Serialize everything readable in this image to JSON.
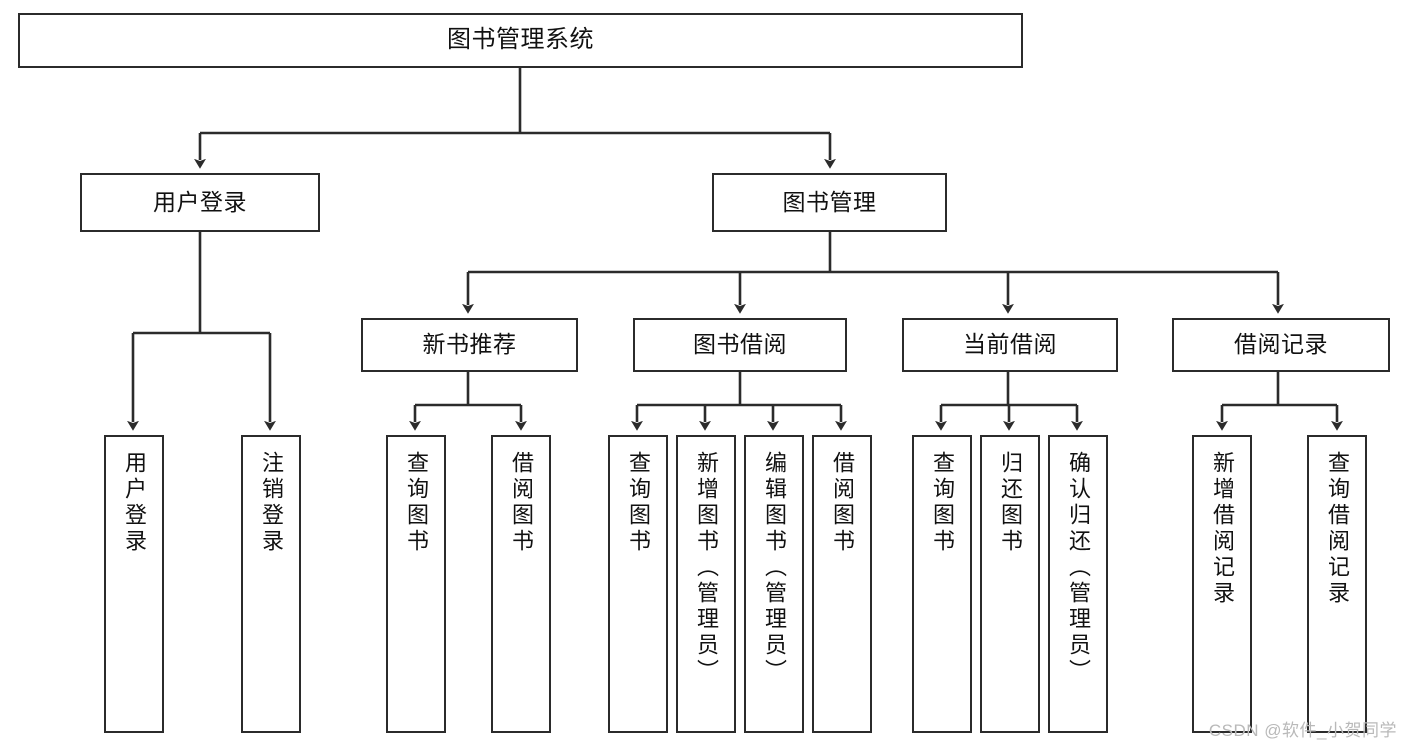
{
  "diagram": {
    "type": "tree-hierarchy-chart",
    "title": "图书管理系统",
    "line_color": "#2b2b2b",
    "box_fill": "#ffffff",
    "text_color": "#111111",
    "background": "#ffffff"
  },
  "watermark": {
    "text": "CSDN @软件_小贺同学",
    "color": "#b9b9b9"
  },
  "nodes": {
    "root": {
      "label": "图书管理系统",
      "level": 1
    },
    "level2": [
      {
        "id": "user-login",
        "label": "用户登录"
      },
      {
        "id": "book-management",
        "label": "图书管理"
      }
    ],
    "level3": [
      {
        "id": "new-book-recommend",
        "label": "新书推荐"
      },
      {
        "id": "book-borrow",
        "label": "图书借阅"
      },
      {
        "id": "current-borrow",
        "label": "当前借阅"
      },
      {
        "id": "borrow-record",
        "label": "借阅记录"
      }
    ],
    "leaves": [
      {
        "id": "leaf-user-login",
        "label": "用户登录",
        "parent": "user-login"
      },
      {
        "id": "leaf-logout-login",
        "label": "注销登录",
        "parent": "user-login"
      },
      {
        "id": "leaf-query-book-1",
        "label": "查询图书",
        "parent": "new-book-recommend"
      },
      {
        "id": "leaf-borrow-book-1",
        "label": "借阅图书",
        "parent": "new-book-recommend"
      },
      {
        "id": "leaf-query-book-2",
        "label": "查询图书",
        "parent": "book-borrow"
      },
      {
        "id": "leaf-add-book",
        "label": "新增图书（管理员）",
        "parent": "book-borrow"
      },
      {
        "id": "leaf-edit-book",
        "label": "编辑图书（管理员）",
        "parent": "book-borrow"
      },
      {
        "id": "leaf-borrow-book-2",
        "label": "借阅图书",
        "parent": "book-borrow"
      },
      {
        "id": "leaf-query-book-3",
        "label": "查询图书",
        "parent": "current-borrow"
      },
      {
        "id": "leaf-return-book",
        "label": "归还图书",
        "parent": "current-borrow"
      },
      {
        "id": "leaf-confirm-return",
        "label": "确认归还（管理员）",
        "parent": "current-borrow"
      },
      {
        "id": "leaf-add-record",
        "label": "新增借阅记录",
        "parent": "borrow-record"
      },
      {
        "id": "leaf-query-record",
        "label": "查询借阅记录",
        "parent": "borrow-record"
      }
    ]
  }
}
